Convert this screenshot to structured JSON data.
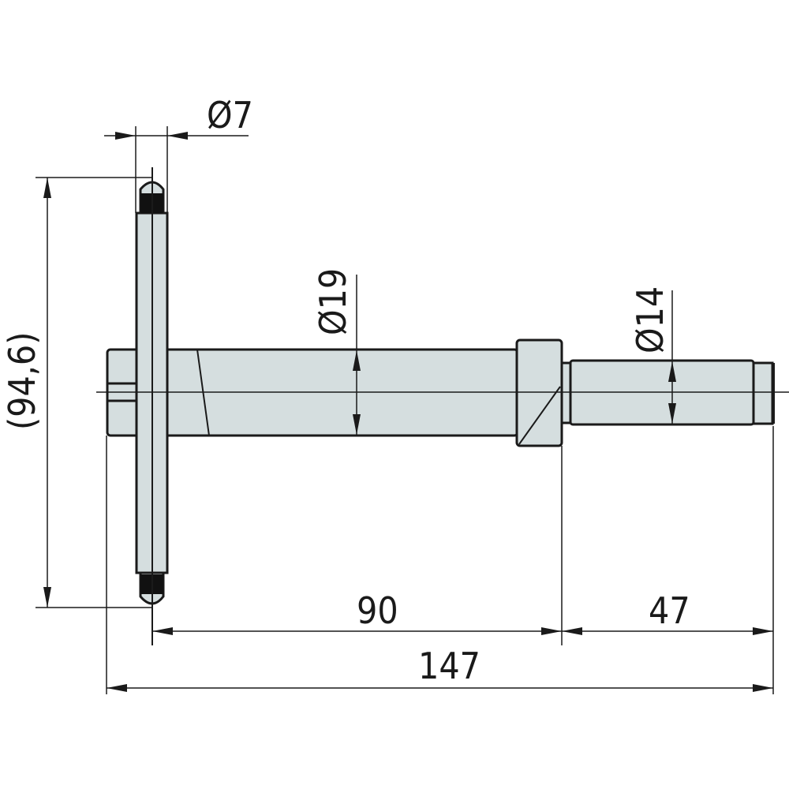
{
  "dimensions": {
    "rod_diameter": "Ø7",
    "overall_height": "(94,6)",
    "body_diameter": "Ø19",
    "shaft_diameter": "Ø14",
    "length_body": "90",
    "length_shaft": "47",
    "overall_length": "147"
  },
  "colors": {
    "part_fill": "#d5dedf",
    "line": "#1a1a1a"
  }
}
